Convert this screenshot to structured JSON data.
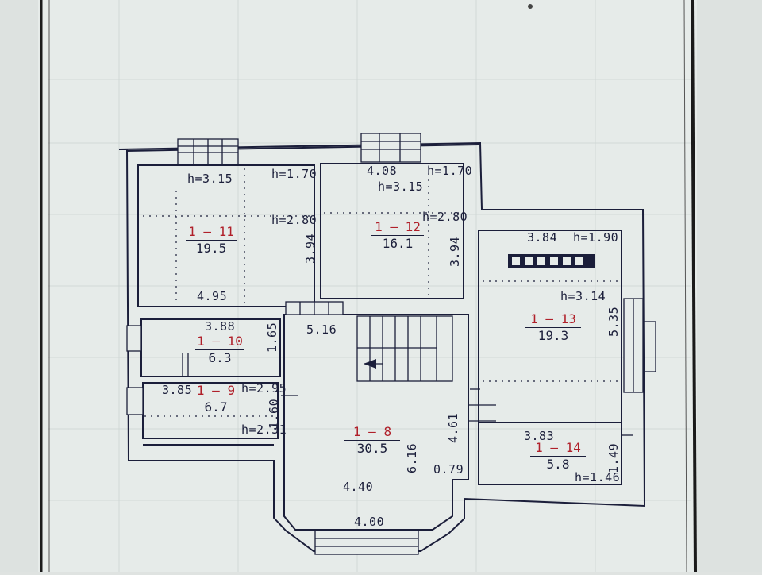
{
  "rooms": [
    {
      "code": "1 – 11",
      "area": "19.5"
    },
    {
      "code": "1 – 12",
      "area": "16.1"
    },
    {
      "code": "1 – 13",
      "area": "19.3"
    },
    {
      "code": "1 – 10",
      "area": "6.3"
    },
    {
      "code": "1 – 9",
      "area": "6.7"
    },
    {
      "code": "1 – 8",
      "area": "30.5"
    },
    {
      "code": "1 – 14",
      "area": "5.8"
    }
  ],
  "dimensions": {
    "r11_height": "h=3.15",
    "r11_h1": "h=1.70",
    "r11_h2": "h=2.80",
    "r11_depth": "3.94",
    "r11_width": "4.95",
    "r12_width": "4.08",
    "r12_h1": "h=1.70",
    "r12_height": "h=3.15",
    "r12_h2": "h=2.80",
    "r12_depth": "3.94",
    "r13_width": "3.84",
    "r13_h1": "h=1.90",
    "r13_height": "h=3.14",
    "r13_depth": "5.35",
    "r10_width": "3.88",
    "r10_depth": "1.65",
    "hall_width": "5.16",
    "r9_width": "3.85",
    "r9_h1": "h=2.95",
    "r9_depth": "1.60",
    "r9_h2": "h=2.31",
    "r8_depth1": "4.61",
    "r8_depth2": "6.16",
    "r8_offset": "0.79",
    "r8_width1": "4.40",
    "r8_width2": "4.00",
    "r14_width": "3.83",
    "r14_depth": "1.49",
    "r14_h1": "h=1.46"
  }
}
